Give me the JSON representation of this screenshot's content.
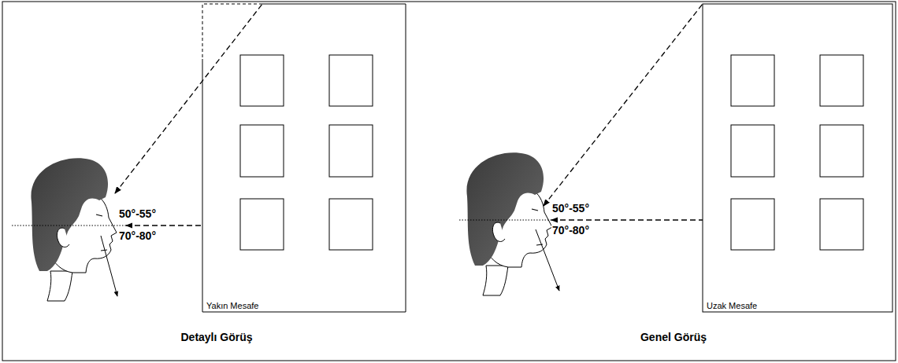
{
  "diagram": {
    "nodes": [
      {
        "text": [
          "Yakın Mesafe"
        ]
      },
      {
        "text": [
          "Uzak Mesafe"
        ]
      }
    ],
    "labels": [
      "50°-55°",
      "70°-80°",
      "Detaylı Görüş",
      "50°-55°",
      "70°-80°",
      "Genel Görüş"
    ]
  }
}
